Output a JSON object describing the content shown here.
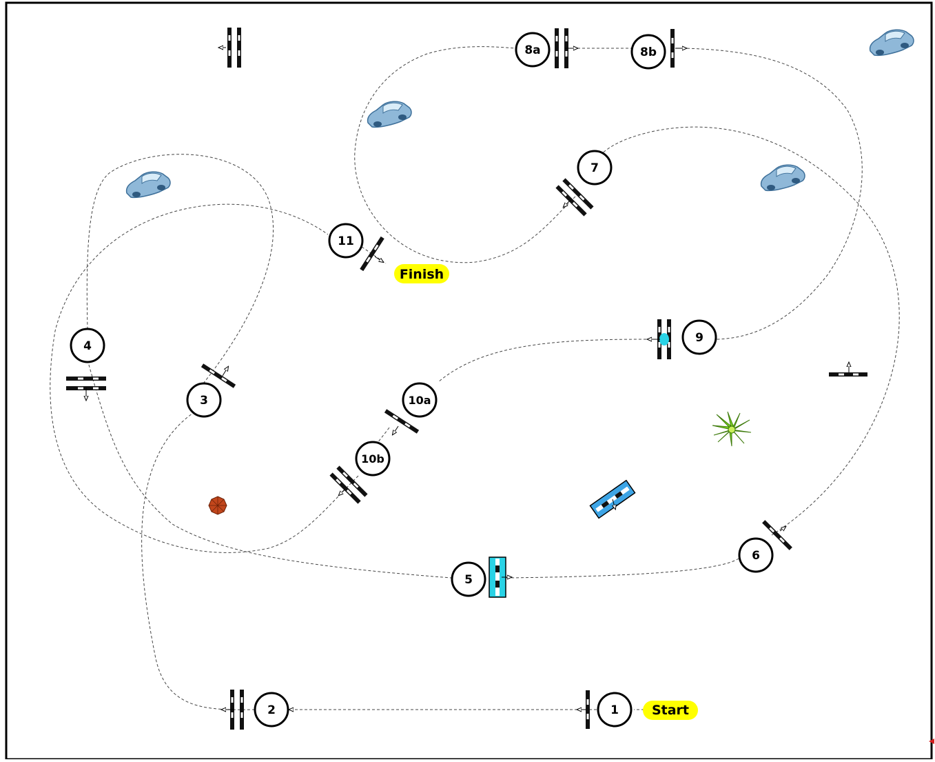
{
  "course": {
    "checkpoints": [
      {
        "id": "cp-1",
        "label": "1"
      },
      {
        "id": "cp-2",
        "label": "2"
      },
      {
        "id": "cp-3",
        "label": "3"
      },
      {
        "id": "cp-4",
        "label": "4"
      },
      {
        "id": "cp-5",
        "label": "5"
      },
      {
        "id": "cp-6",
        "label": "6"
      },
      {
        "id": "cp-7",
        "label": "7"
      },
      {
        "id": "cp-8a",
        "label": "8a"
      },
      {
        "id": "cp-8b",
        "label": "8b"
      },
      {
        "id": "cp-9",
        "label": "9"
      },
      {
        "id": "cp-10a",
        "label": "10a"
      },
      {
        "id": "cp-10b",
        "label": "10b"
      },
      {
        "id": "cp-11",
        "label": "11"
      }
    ],
    "start_label": "Start",
    "finish_label": "Finish"
  },
  "colors": {
    "border": "#000000",
    "path": "#444444",
    "badge": "#ffff00",
    "gate_black": "#111111",
    "gate_cyan": "#29d3e6",
    "gate_blue": "#3da5e6",
    "car_body": "#8fb8d8",
    "car_shadow": "#3d6f99",
    "pylon": "#c2461c",
    "bush": "#7cd322",
    "arrow_red": "#d62020"
  },
  "icons": [
    "car-icon",
    "gate-icon",
    "pylon-icon",
    "bush-icon",
    "arrow-icon"
  ]
}
